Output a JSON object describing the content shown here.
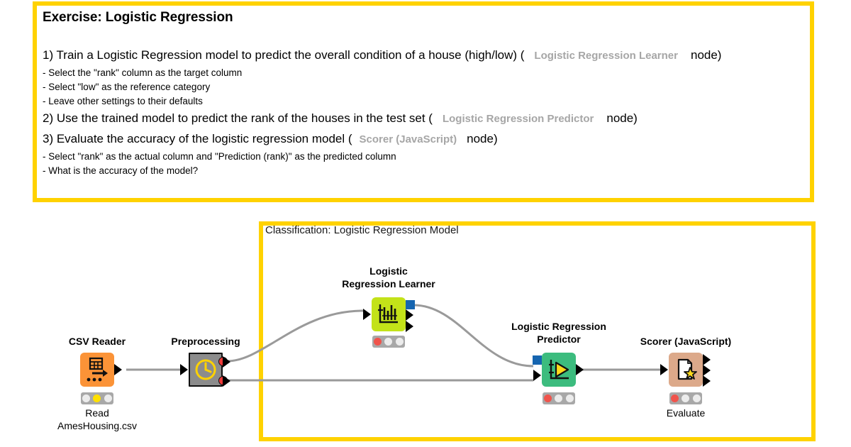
{
  "theme": {
    "frame_color": "#FFD200",
    "node_ref_color": "#a6a6a6",
    "learner_color": "#C3E219",
    "predictor_color": "#3CBC7E",
    "scorer_color": "#DCA98A",
    "reader_color": "#FB9337",
    "metanode_color": "#8C8C8C",
    "connection_color": "#9a9a9a",
    "port_blue": "#1665b0",
    "port_red": "#ef3a3a"
  },
  "exercise": {
    "title": "Exercise: Logistic Regression",
    "lines": [
      {
        "kind": "task",
        "pre": "1) Train a Logistic Regression model to predict the overall condition of a house (high/low) (",
        "node": "Logistic Regression Learner",
        "post": "node)"
      },
      {
        "kind": "sub",
        "text": "- Select the \"rank\" column as the target column"
      },
      {
        "kind": "sub",
        "text": "- Select \"low\" as the reference category"
      },
      {
        "kind": "sub",
        "text": "- Leave other settings to their defaults"
      },
      {
        "kind": "task",
        "pre": "2) Use the trained model to predict the rank of the houses in the test set (",
        "node": "Logistic Regression Predictor",
        "post": "node)"
      },
      {
        "kind": "task",
        "pre": "3) Evaluate the accuracy of the logistic regression model (",
        "node": "Scorer (JavaScript)",
        "post": "node)"
      },
      {
        "kind": "sub",
        "text": "- Select \"rank\" as the actual column and \"Prediction (rank)\" as the predicted column"
      },
      {
        "kind": "sub",
        "text": "- What is the accuracy of the model?"
      }
    ]
  },
  "workflow": {
    "title": "Classification: Logistic Regression Model",
    "nodes": [
      {
        "id": "csv-reader",
        "label": "CSV Reader",
        "caption_line1": "Read",
        "caption_line2": "AmesHousing.csv",
        "icon": "table-arrow-icon",
        "status": [
          "off",
          "yellow",
          "off"
        ]
      },
      {
        "id": "preprocessing",
        "label": "Preprocessing",
        "caption_line1": "",
        "caption_line2": "",
        "icon": "clock-icon",
        "status": []
      },
      {
        "id": "logistic-regression-learner",
        "label_line1": "Logistic",
        "label_line2": "Regression Learner",
        "icon": "histogram-icon",
        "status": [
          "red",
          "off",
          "off"
        ]
      },
      {
        "id": "logistic-regression-predictor",
        "label_line1": "Logistic Regression",
        "label_line2": "Predictor",
        "icon": "predict-play-icon",
        "status": [
          "red",
          "off",
          "off"
        ]
      },
      {
        "id": "scorer-javascript",
        "label": "Scorer (JavaScript)",
        "caption_line1": "Evaluate",
        "caption_line2": "",
        "icon": "document-star-icon",
        "status": [
          "red",
          "off",
          "off"
        ]
      }
    ]
  }
}
